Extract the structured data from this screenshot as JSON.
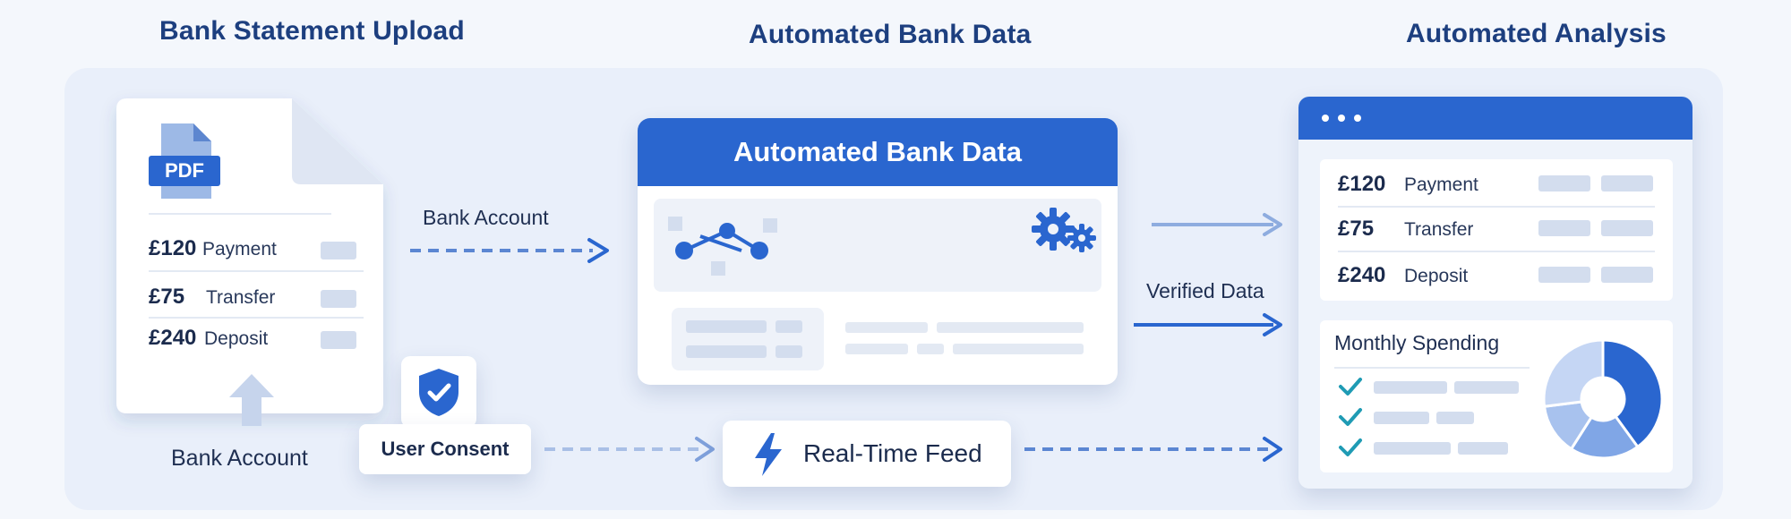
{
  "headings": {
    "upload": "Bank Statement Upload",
    "bank_data": "Automated Bank Data",
    "analysis": "Automated Analysis"
  },
  "statement": {
    "file_badge": "PDF",
    "rows": [
      {
        "amount": "£120",
        "label": "Payment"
      },
      {
        "amount": "£75",
        "label": "Transfer"
      },
      {
        "amount": "£240",
        "label": "Deposit"
      }
    ],
    "bottom_label": "Bank Account"
  },
  "connectors": {
    "bank_account_label": "Bank Account",
    "verified_label": "Verified Data"
  },
  "consent": {
    "label": "User Consent"
  },
  "feed": {
    "label": "Real-Time Feed"
  },
  "bank_data_card": {
    "title": "Automated Bank Data"
  },
  "analysis_card": {
    "rows": [
      {
        "amount": "£120",
        "label": "Payment"
      },
      {
        "amount": "£75",
        "label": "Transfer"
      },
      {
        "amount": "£240",
        "label": "Deposit"
      }
    ],
    "spending_title": "Monthly Spending",
    "donut_shares": [
      0.4,
      0.19,
      0.14,
      0.27
    ]
  },
  "colors": {
    "accent": "#2a66cf",
    "heading": "#1d3f7f",
    "check": "#1f9bb4",
    "panel": "#e9effa"
  }
}
